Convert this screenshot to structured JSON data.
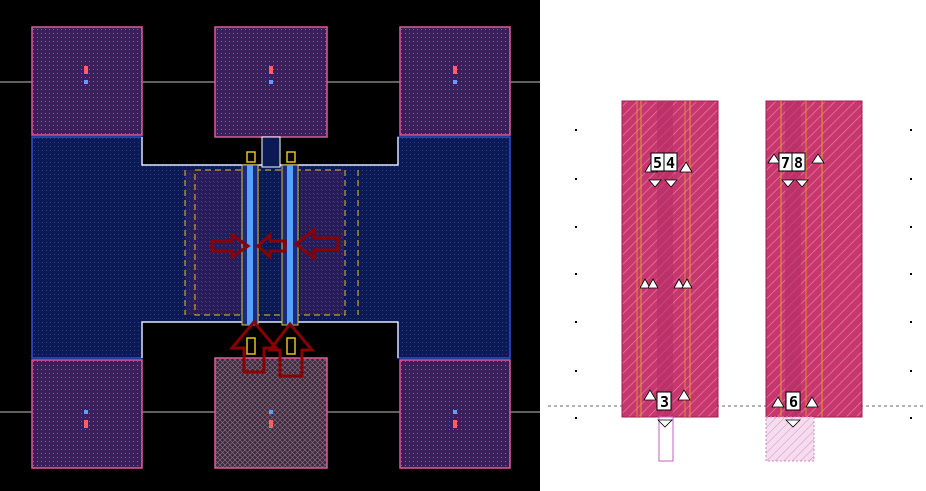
{
  "left_view": {
    "name": "layout-editor-view",
    "colors": {
      "background": "#000000",
      "pad_fill": "#3a1f5c",
      "pad_border": "#e05a9a",
      "channel_fill": "#0b1a55",
      "channel_border": "#2a52d8",
      "outline": "#ffffff",
      "gate": "#5aa0ff",
      "arrow": "#8a0000",
      "marker": "#e8c020"
    }
  },
  "right_view": {
    "name": "cross-section-view",
    "labels": {
      "top_left_a": "5",
      "top_left_b": "4",
      "top_right_a": "7",
      "top_right_b": "8",
      "bottom_left": "3",
      "bottom_right": "6"
    },
    "colors": {
      "finger_fill": "#c8366e",
      "finger_stroke": "#9b1e52",
      "guide": "#e0a020",
      "dot": "#000000"
    }
  }
}
